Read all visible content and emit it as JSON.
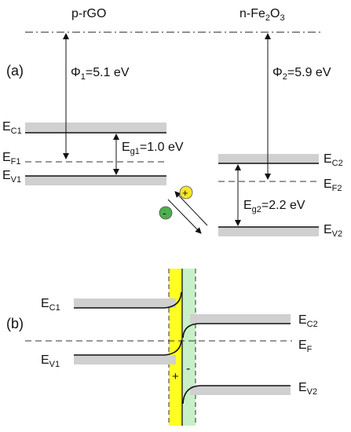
{
  "panel_a": {
    "label": "(a)",
    "left_material": "p-rGO",
    "right_material": {
      "prefix": "n-Fe",
      "sub1": "2",
      "mid": "O",
      "sub2": "3"
    },
    "phi1": {
      "sym": "Φ",
      "sub": "1",
      "value": "=5.1 eV"
    },
    "phi2": {
      "sym": "Φ",
      "sub": "2",
      "value": "=5.9 eV"
    },
    "eg1": {
      "sym": "E",
      "sub": "g1",
      "value": "=1.0 eV"
    },
    "eg2": {
      "sym": "E",
      "sub": "g2",
      "value": "=2.2 eV"
    },
    "ec1": {
      "sym": "E",
      "sub": "C1"
    },
    "ef1": {
      "sym": "E",
      "sub": "F1"
    },
    "ev1": {
      "sym": "E",
      "sub": "V1"
    },
    "ec2": {
      "sym": "E",
      "sub": "C2"
    },
    "ef2": {
      "sym": "E",
      "sub": "F2"
    },
    "ev2": {
      "sym": "E",
      "sub": "V2"
    },
    "hole_sign": "+",
    "electron_sign": "-"
  },
  "panel_b": {
    "label": "(b)",
    "ec1": {
      "sym": "E",
      "sub": "C1"
    },
    "ev1": {
      "sym": "E",
      "sub": "V1"
    },
    "ec2": {
      "sym": "E",
      "sub": "C2"
    },
    "ef": {
      "sym": "E",
      "sub": "F"
    },
    "ev2": {
      "sym": "E",
      "sub": "V2"
    },
    "plus_sign": "+",
    "minus_sign": "-"
  },
  "colors": {
    "band_gray": "#d0d0d0",
    "depletion_yellow": "#ffff22",
    "depletion_green": "#c8f0c8",
    "hole_fill": "#f5e629",
    "electron_fill": "#4caf50"
  }
}
